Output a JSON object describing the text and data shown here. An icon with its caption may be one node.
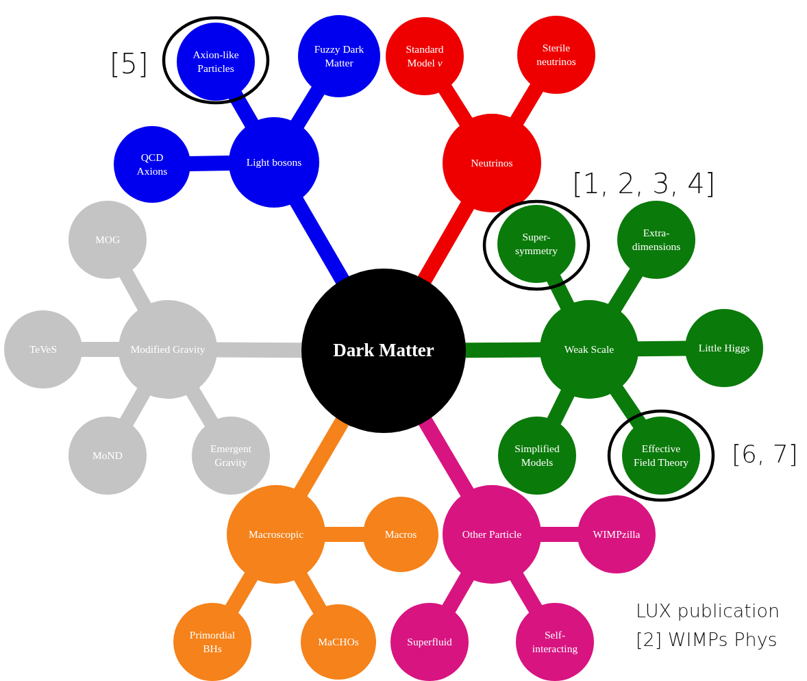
{
  "diagram": {
    "nodes": [
      {
        "text": [
          "Dark Matter"
        ]
      },
      {
        "text": [
          "Light bosons"
        ]
      },
      {
        "text": [
          "Axion-like Particles"
        ]
      },
      {
        "text": [
          "Fuzzy Dark Matter"
        ]
      },
      {
        "text": [
          "QCD Axions"
        ]
      },
      {
        "text": [
          "Neutrinos"
        ]
      },
      {
        "text": [
          "Standard Model *ν*"
        ]
      },
      {
        "text": [
          "Sterile neutrinos"
        ]
      },
      {
        "text": [
          "Weak Scale"
        ]
      },
      {
        "text": [
          "Super-symmetry"
        ]
      },
      {
        "text": [
          "Extra-dimensions"
        ]
      },
      {
        "text": [
          "Little Higgs"
        ]
      },
      {
        "text": [
          "Effective Field Theory"
        ]
      },
      {
        "text": [
          "Simplified Models"
        ]
      },
      {
        "text": [
          "Modified Gravity"
        ]
      },
      {
        "text": [
          "MOG"
        ]
      },
      {
        "text": [
          "TeVeS"
        ]
      },
      {
        "text": [
          "MoND"
        ]
      },
      {
        "text": [
          "Emergent Gravity"
        ]
      },
      {
        "text": [
          "Macroscopic"
        ]
      },
      {
        "text": [
          "Macros"
        ]
      },
      {
        "text": [
          "Primordial BHs"
        ]
      },
      {
        "text": [
          "MaCHOs"
        ]
      },
      {
        "text": [
          "Other Particle"
        ]
      },
      {
        "text": [
          "WIMPzilla"
        ]
      },
      {
        "text": [
          "Superfluid"
        ]
      },
      {
        "text": [
          "Self-interacting"
        ]
      }
    ],
    "edges": [
      {
        "from": 0,
        "to": 1,
        "arrow": "none",
        "color": "#0000ee"
      },
      {
        "from": 1,
        "to": 2,
        "arrow": "none",
        "color": "#0000ee"
      },
      {
        "from": 1,
        "to": 3,
        "arrow": "none",
        "color": "#0000ee"
      },
      {
        "from": 1,
        "to": 4,
        "arrow": "none",
        "color": "#0000ee"
      },
      {
        "from": 0,
        "to": 5,
        "arrow": "none",
        "color": "#ee0000"
      },
      {
        "from": 5,
        "to": 6,
        "arrow": "none",
        "color": "#ee0000"
      },
      {
        "from": 5,
        "to": 7,
        "arrow": "none",
        "color": "#ee0000"
      },
      {
        "from": 0,
        "to": 8,
        "arrow": "none",
        "color": "#0a7a0a"
      },
      {
        "from": 8,
        "to": 9,
        "arrow": "none",
        "color": "#0a7a0a"
      },
      {
        "from": 8,
        "to": 10,
        "arrow": "none",
        "color": "#0a7a0a"
      },
      {
        "from": 8,
        "to": 11,
        "arrow": "none",
        "color": "#0a7a0a"
      },
      {
        "from": 8,
        "to": 12,
        "arrow": "none",
        "color": "#0a7a0a"
      },
      {
        "from": 8,
        "to": 13,
        "arrow": "none",
        "color": "#0a7a0a"
      },
      {
        "from": 0,
        "to": 14,
        "arrow": "none",
        "color": "#c4c4c4"
      },
      {
        "from": 14,
        "to": 15,
        "arrow": "none",
        "color": "#c4c4c4"
      },
      {
        "from": 14,
        "to": 16,
        "arrow": "none",
        "color": "#c4c4c4"
      },
      {
        "from": 14,
        "to": 17,
        "arrow": "none",
        "color": "#c4c4c4"
      },
      {
        "from": 14,
        "to": 18,
        "arrow": "none",
        "color": "#c4c4c4"
      },
      {
        "from": 0,
        "to": 19,
        "arrow": "none",
        "color": "#f5821a"
      },
      {
        "from": 19,
        "to": 20,
        "arrow": "none",
        "color": "#f5821a"
      },
      {
        "from": 19,
        "to": 21,
        "arrow": "none",
        "color": "#f5821a"
      },
      {
        "from": 19,
        "to": 22,
        "arrow": "none",
        "color": "#f5821a"
      },
      {
        "from": 0,
        "to": 23,
        "arrow": "none",
        "color": "#d81480"
      },
      {
        "from": 23,
        "to": 24,
        "arrow": "none",
        "color": "#d81480"
      },
      {
        "from": 23,
        "to": 25,
        "arrow": "none",
        "color": "#d81480"
      },
      {
        "from": 23,
        "to": 26,
        "arrow": "none",
        "color": "#d81480"
      }
    ],
    "labels": [
      "[5]",
      "[1, 2, 3, 4]",
      "[6, 7]",
      "LUX publication",
      "[2] WIMPs Phys"
    ]
  }
}
